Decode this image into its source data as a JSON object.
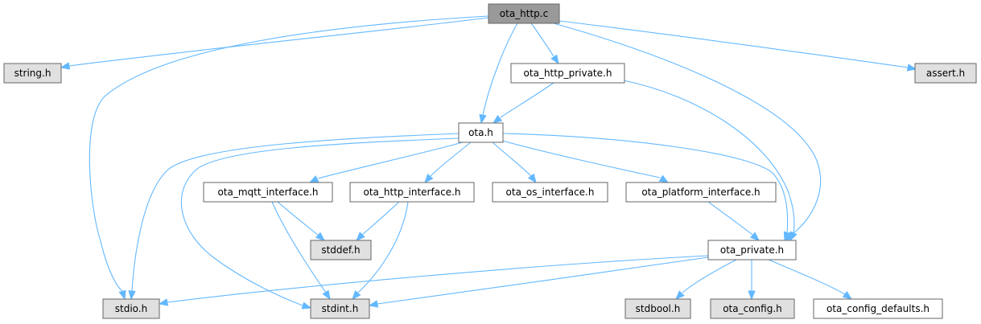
{
  "colors": {
    "root_fill": "#999999",
    "external_fill": "#e0e0e0",
    "internal_fill": "#ffffff",
    "edge": "#63b8ff"
  },
  "nodes": {
    "ota_http_c": {
      "label": "ota_http.c",
      "kind": "root"
    },
    "string_h": {
      "label": "string.h",
      "kind": "external"
    },
    "ota_http_private_h": {
      "label": "ota_http_private.h",
      "kind": "internal"
    },
    "assert_h": {
      "label": "assert.h",
      "kind": "external"
    },
    "ota_h": {
      "label": "ota.h",
      "kind": "internal"
    },
    "ota_mqtt_interface_h": {
      "label": "ota_mqtt_interface.h",
      "kind": "internal"
    },
    "ota_http_interface_h": {
      "label": "ota_http_interface.h",
      "kind": "internal"
    },
    "ota_os_interface_h": {
      "label": "ota_os_interface.h",
      "kind": "internal"
    },
    "ota_platform_interface_h": {
      "label": "ota_platform_interface.h",
      "kind": "internal"
    },
    "stddef_h": {
      "label": "stddef.h",
      "kind": "external"
    },
    "ota_private_h": {
      "label": "ota_private.h",
      "kind": "internal"
    },
    "stdio_h": {
      "label": "stdio.h",
      "kind": "external"
    },
    "stdint_h": {
      "label": "stdint.h",
      "kind": "external"
    },
    "stdbool_h": {
      "label": "stdbool.h",
      "kind": "external"
    },
    "ota_config_h": {
      "label": "ota_config.h",
      "kind": "external"
    },
    "ota_config_defaults_h": {
      "label": "ota_config_defaults.h",
      "kind": "internal"
    }
  },
  "edges": [
    [
      "ota_http_c",
      "string_h"
    ],
    [
      "ota_http_c",
      "stdio_h"
    ],
    [
      "ota_http_c",
      "ota_h"
    ],
    [
      "ota_http_c",
      "ota_http_private_h"
    ],
    [
      "ota_http_c",
      "ota_private_h"
    ],
    [
      "ota_http_c",
      "assert_h"
    ],
    [
      "ota_http_private_h",
      "ota_h"
    ],
    [
      "ota_http_private_h",
      "ota_private_h"
    ],
    [
      "ota_h",
      "stdio_h"
    ],
    [
      "ota_h",
      "stdint_h"
    ],
    [
      "ota_h",
      "ota_mqtt_interface_h"
    ],
    [
      "ota_h",
      "ota_http_interface_h"
    ],
    [
      "ota_h",
      "ota_os_interface_h"
    ],
    [
      "ota_h",
      "ota_platform_interface_h"
    ],
    [
      "ota_h",
      "ota_private_h"
    ],
    [
      "ota_mqtt_interface_h",
      "stddef_h"
    ],
    [
      "ota_mqtt_interface_h",
      "stdint_h"
    ],
    [
      "ota_http_interface_h",
      "stddef_h"
    ],
    [
      "ota_http_interface_h",
      "stdint_h"
    ],
    [
      "ota_platform_interface_h",
      "ota_private_h"
    ],
    [
      "ota_private_h",
      "stdio_h"
    ],
    [
      "ota_private_h",
      "stdint_h"
    ],
    [
      "ota_private_h",
      "stdbool_h"
    ],
    [
      "ota_private_h",
      "ota_config_h"
    ],
    [
      "ota_private_h",
      "ota_config_defaults_h"
    ]
  ]
}
